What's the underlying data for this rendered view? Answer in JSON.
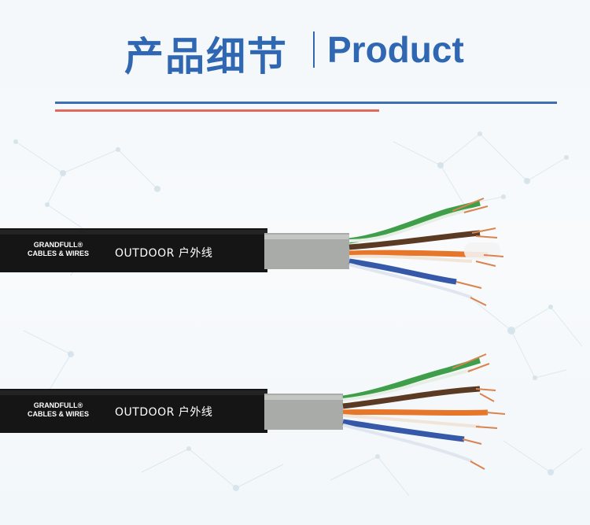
{
  "header": {
    "title_cn": "产品细节",
    "title_en": "Product"
  },
  "cables": [
    {
      "brand_line1": "GRANDFULL®",
      "brand_line2": "CABLES & WIRES",
      "print": "OUTDOOR 户外线"
    },
    {
      "brand_line1": "GRANDFULL®",
      "brand_line2": "CABLES & WIRES",
      "print": "OUTDOOR 户外线"
    }
  ],
  "colors": {
    "title": "#2f67b3",
    "rule_blue": "#3c6fb5",
    "rule_red": "#e4685b",
    "jacket": "#151515",
    "inner_sheath": "#a9aba8",
    "pair_green": "#3f9e4a",
    "pair_brown": "#5a3a22",
    "pair_orange": "#e6762a",
    "pair_blue": "#3558a8",
    "copper": "#d9834e"
  }
}
